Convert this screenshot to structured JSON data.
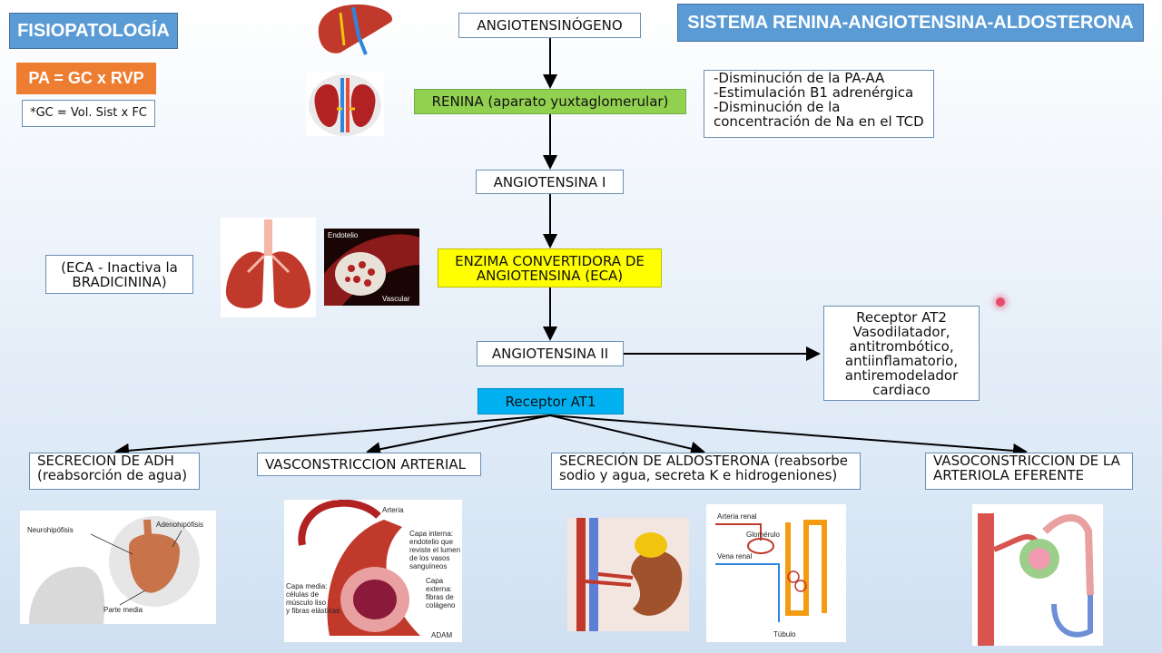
{
  "title_left": "FISIOPATOLOGÍA",
  "title_right": "SISTEMA RENINA-ANGIOTENSINA-ALDOSTERONA",
  "formula": "PA = GC x RVP",
  "gc_note": "*GC = Vol. Sist x FC",
  "flow": {
    "angiotensinogeno": "ANGIOTENSINÓGENO",
    "renina": "RENINA (aparato yuxtaglomerular)",
    "angiotensina1": "ANGIOTENSINA I",
    "eca": [
      "ENZIMA CONVERTIDORA DE",
      "ANGIOTENSINA (ECA)"
    ],
    "angiotensina2": "ANGIOTENSINA II",
    "at1": "Receptor AT1"
  },
  "renina_triggers": [
    "-Disminución de la PA-AA",
    "-Estimulación B1 adrenérgica",
    "-Disminución de la",
    "concentración de Na en el TCD"
  ],
  "eca_note": [
    "(ECA - Inactiva la",
    "BRADICININA)"
  ],
  "at2": [
    "Receptor AT2",
    "Vasodilatador,",
    "antitrombótico,",
    "antiinflamatorio,",
    "antiremodelador",
    "cardiaco"
  ],
  "effects": {
    "adh": [
      "SECRECION DE ADH",
      "(reabsorción de agua)"
    ],
    "vaso": [
      "VASCONSTRICCION ARTERIAL"
    ],
    "aldo": [
      "SECRECIÓN DE ALDOSTERONA (reabsorbe",
      "sodio y agua, secreta K e hidrogeniones)"
    ],
    "eferente": [
      "VASOCONSTRICCION DE LA",
      "ARTERIOLA EFERENTE"
    ]
  },
  "image_labels": {
    "endotelio": "Endotelio",
    "vascular": "Vascular",
    "neurohipofisis": "Neurohipófisis",
    "adenohipofisis": "Adenohipófisis",
    "parte_media": "Parte media",
    "arteria": "Arteria",
    "capa_interna": [
      "Capa interna:",
      "endotelio que",
      "reviste el lumen",
      "de los vasos",
      "sanguíneos"
    ],
    "capa_media": [
      "Capa media:",
      "células de",
      "músculo liso",
      "y fibras elásticas"
    ],
    "capa_externa": [
      "Capa",
      "externa:",
      "fibras de",
      "colágeno"
    ],
    "adam": "ADAM",
    "arteria_renal": "Arteria renal",
    "glomerulo": "Glomérulo",
    "vena_renal": "Vena renal",
    "tubulo": "Túbulo"
  }
}
